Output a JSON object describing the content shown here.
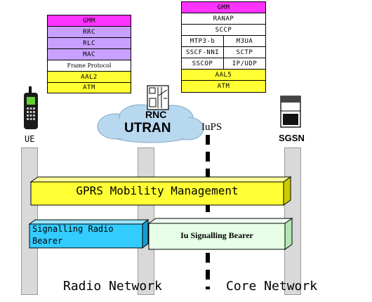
{
  "ue_stack": [
    "GMM",
    "RRC",
    "RLC",
    "MAC",
    "Frame Protocol",
    "AAL2",
    "ATM"
  ],
  "sgsn_stack": {
    "top": [
      "GMM",
      "RANAP",
      "SCCP"
    ],
    "pairs": [
      [
        "MTP3-b",
        "M3UA"
      ],
      [
        "SSCF-NNI",
        "SCTP"
      ],
      [
        "SSCOP",
        "IP/UDP"
      ]
    ],
    "bottom": [
      "AAL5",
      "ATM"
    ]
  },
  "nodes": {
    "ue": "UE",
    "rnc": "RNC",
    "utran": "UTRAN",
    "interface": "IuPS",
    "sgsn": "SGSN"
  },
  "bars": {
    "gmm": "GPRS Mobility Management",
    "srb": "Signalling Radio Bearer",
    "iu": "Iu Signalling Bearer"
  },
  "sections": {
    "radio": "Radio Network",
    "core": "Core Network"
  },
  "colors": {
    "magenta": "#ff33ff",
    "lavender": "#c8a0ff",
    "yellow": "#ffff33",
    "cyan": "#33ccff",
    "mint": "#e6ffe6",
    "cloud": "#b8d8f0"
  }
}
